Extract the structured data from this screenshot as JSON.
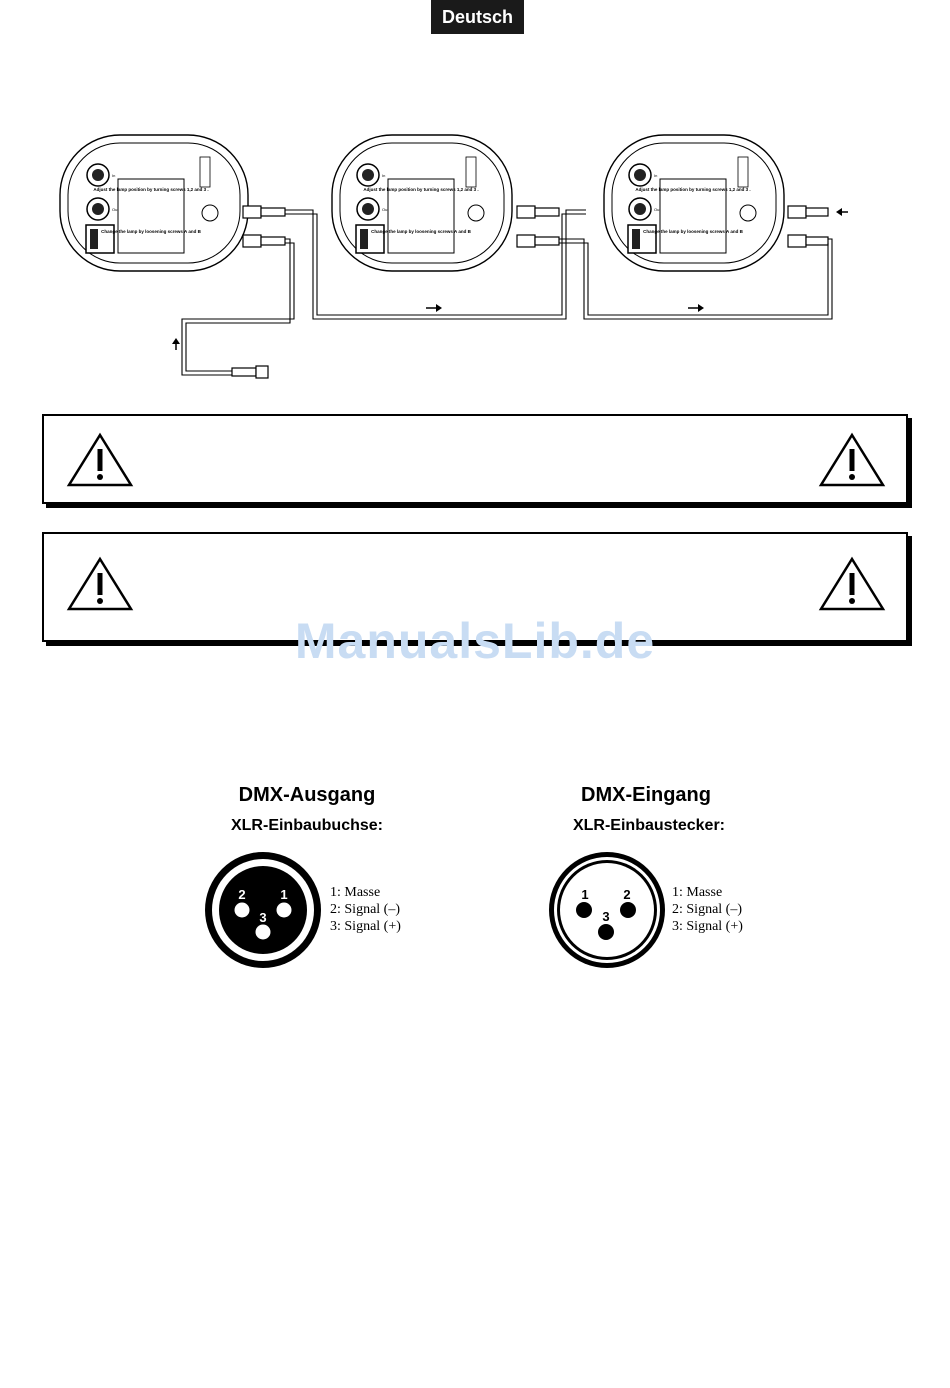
{
  "header": {
    "language_tab": "Deutsch"
  },
  "devices": [
    {
      "top_text": "Adjust the lamp position by turning screws 1,2 and 3 .",
      "bottom_text": "Change the lamp by loosening screws A and B",
      "in_label": "In",
      "out_label": "Out"
    },
    {
      "top_text": "Adjust the lamp position by turning screws 1,2 and 3 .",
      "bottom_text": "Change the lamp by loosening screws A and B",
      "in_label": "In",
      "out_label": "Out"
    },
    {
      "top_text": "Adjust the lamp position by turning screws 1,2 and 3 .",
      "bottom_text": "Change the lamp by loosening screws A and B",
      "in_label": "In",
      "out_label": "Out"
    }
  ],
  "warnings": [
    {
      "text": ""
    },
    {
      "text": ""
    }
  ],
  "watermark": "ManualsLib.de",
  "connectors": {
    "output": {
      "title": "DMX-Ausgang",
      "subtitle": "XLR-Einbaubuchse:",
      "pins": [
        "1: Masse",
        "2: Signal (–)",
        "3: Signal (+)"
      ],
      "pin_numbers": [
        "2",
        "1",
        "3"
      ]
    },
    "input": {
      "title": "DMX-Eingang",
      "subtitle": "XLR-Einbaustecker:",
      "pins": [
        "1: Masse",
        "2: Signal (–)",
        "3: Signal (+)"
      ],
      "pin_numbers": [
        "1",
        "2",
        "3"
      ]
    }
  }
}
